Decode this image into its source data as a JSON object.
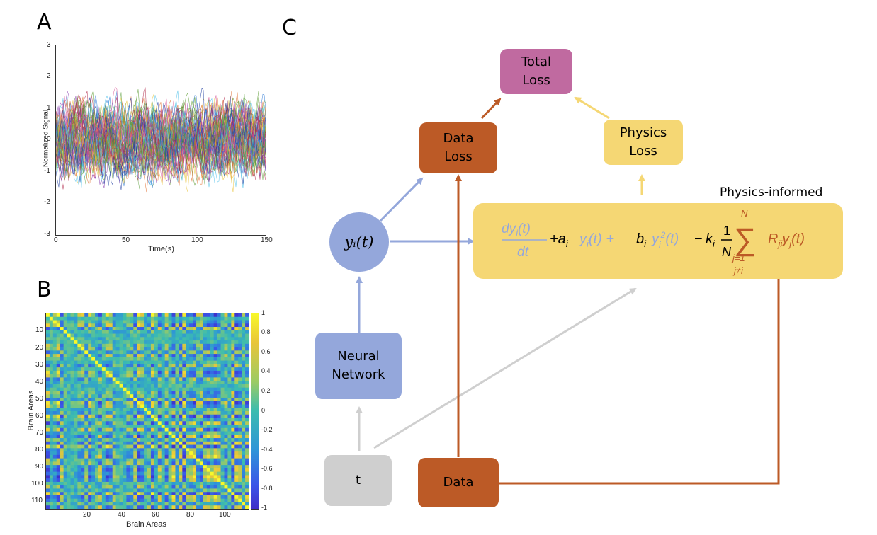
{
  "panels": {
    "a": "A",
    "b": "B",
    "c": "C"
  },
  "plot_a": {
    "ylabel": "Normalized Signal",
    "xlabel": "Time(s)",
    "yticks": [
      "3",
      "2",
      "1",
      "0",
      "-1",
      "-2",
      "-3"
    ],
    "xticks": [
      "0",
      "50",
      "100",
      "150"
    ]
  },
  "plot_b": {
    "ylabel": "Brain Areas",
    "xlabel": "Brain Areas",
    "yticks": [
      "10",
      "20",
      "30",
      "40",
      "50",
      "60",
      "70",
      "80",
      "90",
      "100",
      "110"
    ],
    "xticks": [
      "20",
      "40",
      "60",
      "80",
      "100"
    ],
    "cbar_ticks": [
      "1",
      "0.8",
      "0.6",
      "0.4",
      "0.2",
      "0",
      "-0.2",
      "-0.4",
      "-0.6",
      "-0.8",
      "-1"
    ]
  },
  "diagram": {
    "total_loss": [
      "Total",
      "Loss"
    ],
    "data_loss": [
      "Data",
      "Loss"
    ],
    "physics_loss": [
      "Physics",
      "Loss"
    ],
    "physics_informed": "Physics-informed",
    "neural_network": [
      "Neural",
      "Network"
    ],
    "t": "t",
    "data": "Data",
    "y_node": "yᵢ(t)"
  },
  "colors": {
    "purple": "#c06aa0",
    "brown": "#bc5a26",
    "yellow": "#f5d774",
    "blue": "#94a7db",
    "gray": "#cfcfcf"
  }
}
